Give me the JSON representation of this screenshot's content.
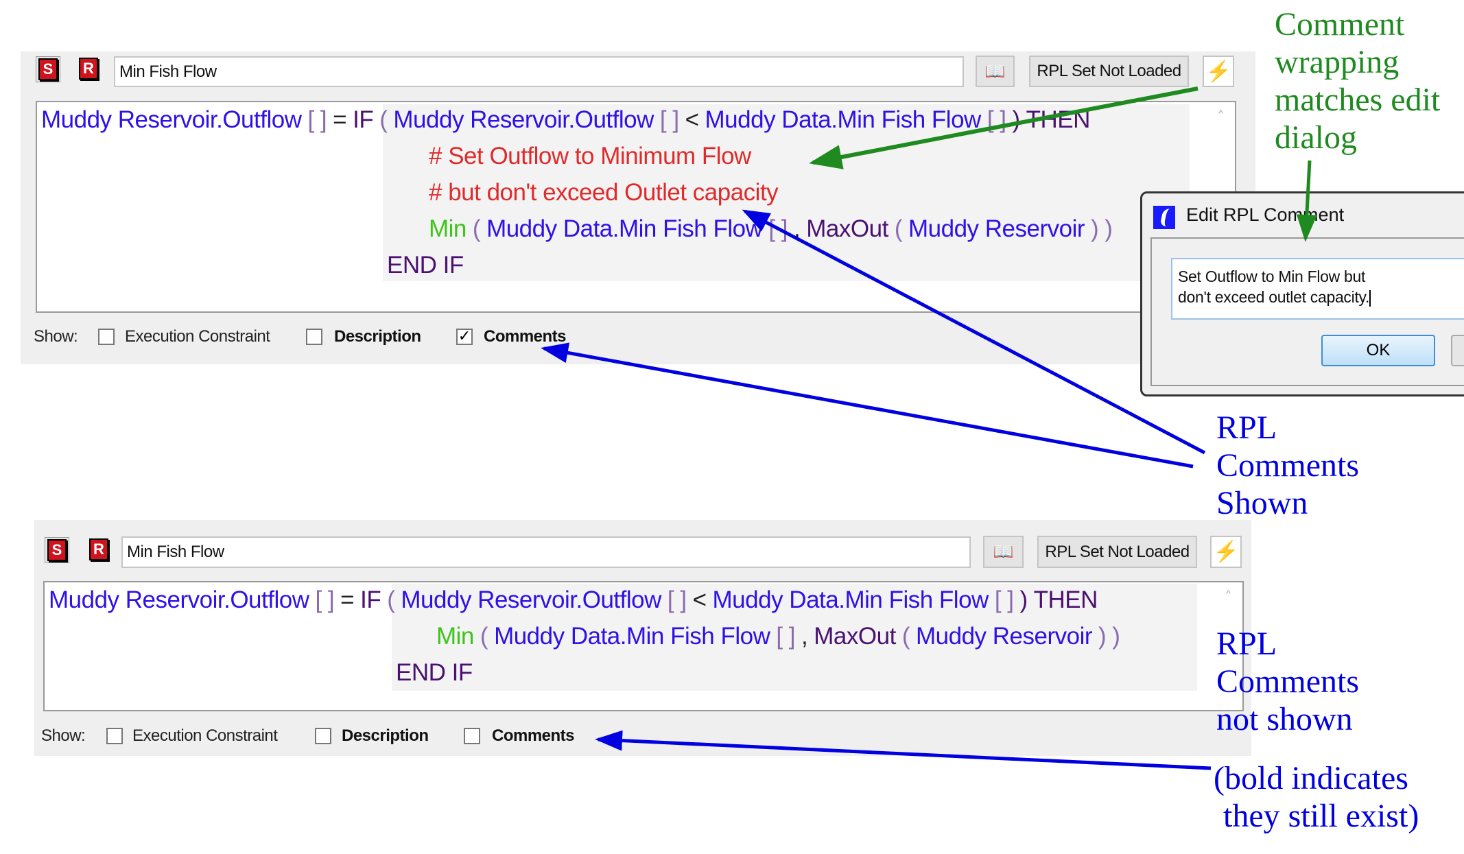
{
  "panels": [
    {
      "s_label": "S",
      "r_label": "R",
      "name_value": "Min Fish Flow",
      "rpl_set_label": "RPL Set Not Loaded",
      "lines": [
        [
          [
            "var",
            "Muddy Reservoir.Outflow"
          ],
          [
            "br",
            "[ ]"
          ],
          [
            "op",
            "="
          ],
          [
            "kw",
            "IF"
          ],
          [
            "br",
            "("
          ],
          [
            "var",
            "Muddy Reservoir.Outflow"
          ],
          [
            "br",
            "[ ]"
          ],
          [
            "op",
            "<"
          ],
          [
            "var",
            "Muddy Data.Min Fish Flow"
          ],
          [
            "br",
            "[ ]"
          ],
          [
            "kw",
            ")"
          ],
          [
            "kw",
            "THEN"
          ]
        ],
        [
          [
            "cm",
            "# Set Outflow to Minimum Flow"
          ]
        ],
        [
          [
            "cm",
            "# but don't exceed Outlet capacity"
          ]
        ],
        [
          [
            "fn",
            "Min"
          ],
          [
            "br",
            "("
          ],
          [
            "var",
            "Muddy Data.Min Fish Flow"
          ],
          [
            "br",
            "[ ]"
          ],
          [
            "op",
            ","
          ],
          [
            "fn2",
            "MaxOut"
          ],
          [
            "br",
            "("
          ],
          [
            "var",
            "Muddy Reservoir"
          ],
          [
            "br",
            ")"
          ],
          [
            "br",
            ")"
          ]
        ],
        [
          [
            "kw",
            "END IF"
          ]
        ]
      ],
      "show_label": "Show:",
      "execution_constraint": {
        "label": "Execution Constraint",
        "checked": false
      },
      "description": {
        "label": "Description",
        "checked": false
      },
      "comments": {
        "label": "Comments",
        "checked": true,
        "mark": "✓"
      }
    },
    {
      "s_label": "S",
      "r_label": "R",
      "name_value": "Min Fish Flow",
      "rpl_set_label": "RPL Set Not Loaded",
      "lines": [
        [
          [
            "var",
            "Muddy Reservoir.Outflow"
          ],
          [
            "br",
            "[ ]"
          ],
          [
            "op",
            "="
          ],
          [
            "kw",
            "IF"
          ],
          [
            "br",
            "("
          ],
          [
            "var",
            "Muddy Reservoir.Outflow"
          ],
          [
            "br",
            "[ ]"
          ],
          [
            "op",
            "<"
          ],
          [
            "var",
            "Muddy Data.Min Fish Flow"
          ],
          [
            "br",
            "[ ]"
          ],
          [
            "kw",
            ")"
          ],
          [
            "kw",
            "THEN"
          ]
        ],
        [
          [
            "fn",
            "Min"
          ],
          [
            "br",
            "("
          ],
          [
            "var",
            "Muddy Data.Min Fish Flow"
          ],
          [
            "br",
            "[ ]"
          ],
          [
            "op",
            ","
          ],
          [
            "fn2",
            "MaxOut"
          ],
          [
            "br",
            "("
          ],
          [
            "var",
            "Muddy Reservoir"
          ],
          [
            "br",
            ")"
          ],
          [
            "br",
            ")"
          ]
        ],
        [
          [
            "kw",
            "END IF"
          ]
        ]
      ],
      "show_label": "Show:",
      "execution_constraint": {
        "label": "Execution Constraint",
        "checked": false
      },
      "description": {
        "label": "Description",
        "checked": false
      },
      "comments": {
        "label": "Comments",
        "checked": false,
        "mark": ""
      }
    }
  ],
  "dialog": {
    "title": "Edit RPL Comment",
    "text_line1": "Set Outflow to Min Flow but",
    "text_line2": "don't exceed outlet capacity.",
    "ok_label": "OK"
  },
  "annotations": {
    "green": [
      "Comment",
      "wrapping",
      "matches edit",
      "dialog"
    ],
    "shown": [
      "RPL",
      "Comments",
      "Shown"
    ],
    "not_shown": [
      "RPL",
      "Comments",
      "not shown"
    ],
    "bold_note": [
      "(bold indicates",
      "they still exist)"
    ]
  },
  "colors": {
    "annotation_green": "#1f8a1f",
    "annotation_blue": "#0000e0",
    "comment_red": "#e02a2a",
    "variable_blue": "#2e10e8",
    "function_green": "#3ec41a"
  }
}
